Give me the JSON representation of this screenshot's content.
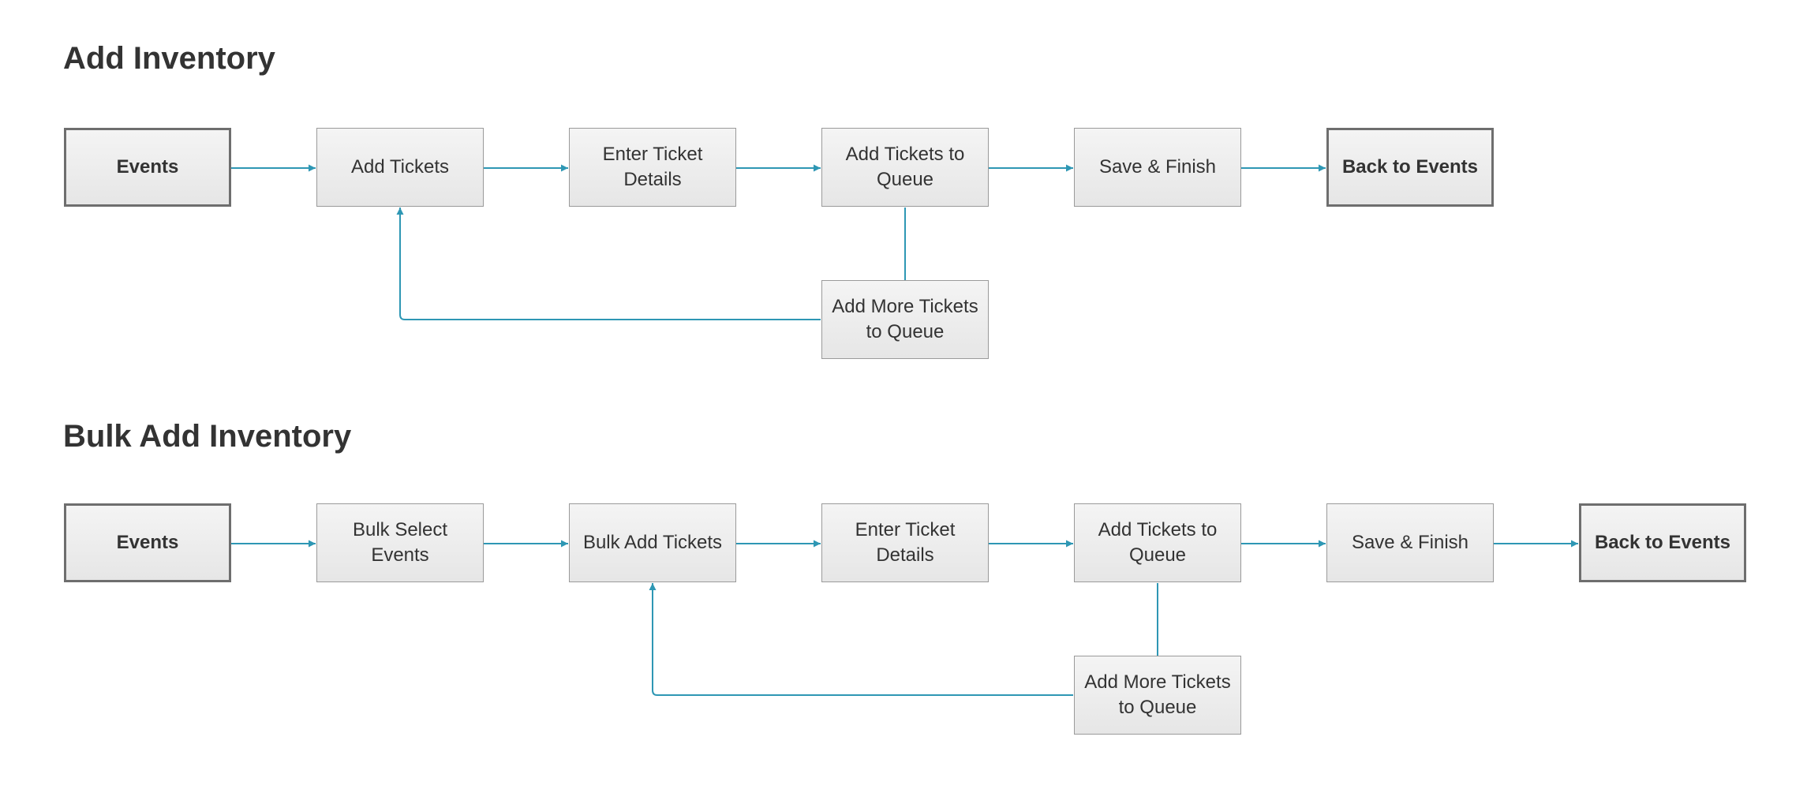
{
  "colors": {
    "connector": "#2e97b4",
    "title": "#333333",
    "node_fill": "#eeeeee",
    "node_border": "#9a9a9a",
    "terminal_border": "#6e6e6e"
  },
  "diagrams": [
    {
      "title": "Add Inventory",
      "nodes": [
        {
          "id": "events",
          "label": "Events",
          "kind": "terminal"
        },
        {
          "id": "add-tickets",
          "label": "Add Tickets",
          "kind": "step"
        },
        {
          "id": "enter-ticket-details",
          "label": "Enter Ticket Details",
          "kind": "step"
        },
        {
          "id": "add-tickets-to-queue",
          "label": "Add Tickets to Queue",
          "kind": "step"
        },
        {
          "id": "save-finish",
          "label": "Save & Finish",
          "kind": "step"
        },
        {
          "id": "back-to-events",
          "label": "Back to Events",
          "kind": "terminal"
        },
        {
          "id": "add-more-tickets-to-queue",
          "label": "Add More Tickets to Queue",
          "kind": "step"
        }
      ],
      "edges": [
        {
          "from": "events",
          "to": "add-tickets",
          "arrow": true
        },
        {
          "from": "add-tickets",
          "to": "enter-ticket-details",
          "arrow": true
        },
        {
          "from": "enter-ticket-details",
          "to": "add-tickets-to-queue",
          "arrow": true
        },
        {
          "from": "add-tickets-to-queue",
          "to": "save-finish",
          "arrow": true
        },
        {
          "from": "save-finish",
          "to": "back-to-events",
          "arrow": true
        },
        {
          "from": "add-tickets-to-queue",
          "to": "add-more-tickets-to-queue",
          "arrow": false
        },
        {
          "from": "add-more-tickets-to-queue",
          "to": "add-tickets",
          "arrow": true
        }
      ]
    },
    {
      "title": "Bulk Add Inventory",
      "nodes": [
        {
          "id": "events",
          "label": "Events",
          "kind": "terminal"
        },
        {
          "id": "bulk-select-events",
          "label": "Bulk Select Events",
          "kind": "step"
        },
        {
          "id": "bulk-add-tickets",
          "label": "Bulk Add Tickets",
          "kind": "step"
        },
        {
          "id": "enter-ticket-details",
          "label": "Enter Ticket Details",
          "kind": "step"
        },
        {
          "id": "add-tickets-to-queue",
          "label": "Add Tickets to Queue",
          "kind": "step"
        },
        {
          "id": "save-finish",
          "label": "Save & Finish",
          "kind": "step"
        },
        {
          "id": "back-to-events",
          "label": "Back to Events",
          "kind": "terminal"
        },
        {
          "id": "add-more-tickets-to-queue",
          "label": "Add More Tickets to Queue",
          "kind": "step"
        }
      ],
      "edges": [
        {
          "from": "events",
          "to": "bulk-select-events",
          "arrow": true
        },
        {
          "from": "bulk-select-events",
          "to": "bulk-add-tickets",
          "arrow": true
        },
        {
          "from": "bulk-add-tickets",
          "to": "enter-ticket-details",
          "arrow": true
        },
        {
          "from": "enter-ticket-details",
          "to": "add-tickets-to-queue",
          "arrow": true
        },
        {
          "from": "add-tickets-to-queue",
          "to": "save-finish",
          "arrow": true
        },
        {
          "from": "save-finish",
          "to": "back-to-events",
          "arrow": true
        },
        {
          "from": "add-tickets-to-queue",
          "to": "add-more-tickets-to-queue",
          "arrow": false
        },
        {
          "from": "add-more-tickets-to-queue",
          "to": "bulk-add-tickets",
          "arrow": true
        }
      ]
    }
  ]
}
